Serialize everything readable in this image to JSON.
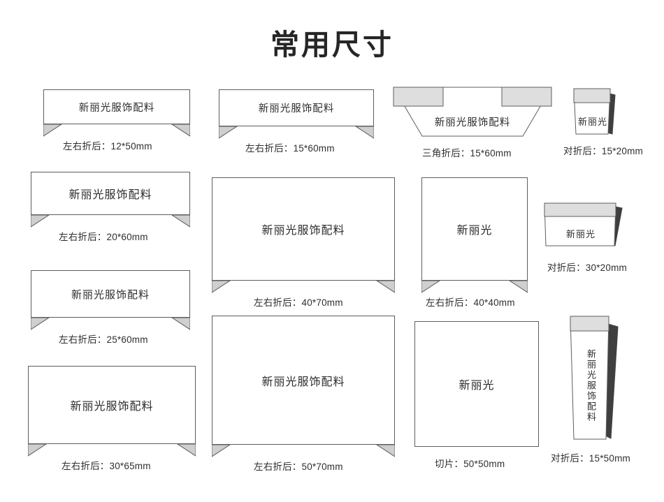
{
  "page": {
    "title": "常用尺寸",
    "background_color": "#ffffff",
    "line_color": "#5d5d5d",
    "flap_fill": "#cfcfcf",
    "band_fill": "#dedede",
    "wedge_fill": "#3f3f3f",
    "brand_full": "新丽光服饰配料",
    "brand_short": "新丽光"
  },
  "items": [
    {
      "id": "fold-12x50",
      "kind": "fold",
      "label": "新丽光服饰配料",
      "caption": "左右折后：12*50mm",
      "size": "12*50mm"
    },
    {
      "id": "fold-15x60",
      "kind": "fold",
      "label": "新丽光服饰配料",
      "caption": "左右折后：15*60mm",
      "size": "15*60mm"
    },
    {
      "id": "tri-15x60",
      "kind": "triangle-fold",
      "label": "新丽光服饰配料",
      "caption": "三角折后：15*60mm",
      "size": "15*60mm"
    },
    {
      "id": "half-15x20",
      "kind": "half-fold",
      "label": "新丽光",
      "caption": "对折后：15*20mm",
      "size": "15*20mm"
    },
    {
      "id": "fold-20x60",
      "kind": "fold",
      "label": "新丽光服饰配料",
      "caption": "左右折后：20*60mm",
      "size": "20*60mm"
    },
    {
      "id": "fold-40x70",
      "kind": "fold",
      "label": "新丽光服饰配料",
      "caption": "左右折后：40*70mm",
      "size": "40*70mm"
    },
    {
      "id": "fold-40x40",
      "kind": "fold",
      "label": "新丽光",
      "caption": "左右折后：40*40mm",
      "size": "40*40mm"
    },
    {
      "id": "half-30x20",
      "kind": "half-fold",
      "label": "新丽光",
      "caption": "对折后：30*20mm",
      "size": "30*20mm"
    },
    {
      "id": "fold-25x60",
      "kind": "fold",
      "label": "新丽光服饰配料",
      "caption": "左右折后：25*60mm",
      "size": "25*60mm"
    },
    {
      "id": "fold-30x65",
      "kind": "fold",
      "label": "新丽光服饰配料",
      "caption": "左右折后：30*65mm",
      "size": "30*65mm"
    },
    {
      "id": "fold-50x70",
      "kind": "fold",
      "label": "新丽光服饰配料",
      "caption": "左右折后：50*70mm",
      "size": "50*70mm"
    },
    {
      "id": "slice-50x50",
      "kind": "slice",
      "label": "新丽光",
      "caption": "切片：50*50mm",
      "size": "50*50mm"
    },
    {
      "id": "half-15x50",
      "kind": "half-fold-vertical",
      "label": "新丽光服饰配料",
      "caption": "对折后：15*50mm",
      "size": "15*50mm"
    }
  ]
}
